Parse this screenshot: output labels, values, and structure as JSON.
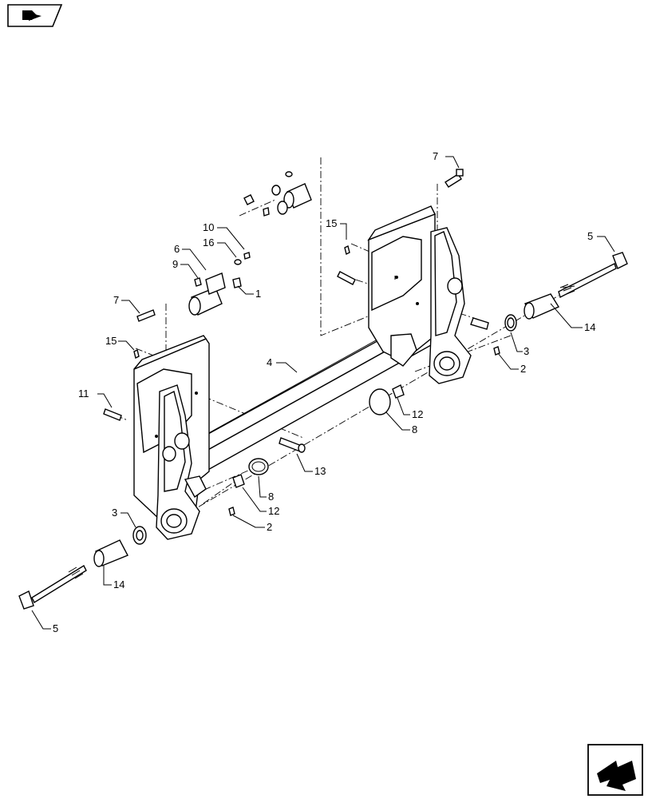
{
  "diagram": {
    "callouts": [
      {
        "id": "c7-top",
        "text": "7"
      },
      {
        "id": "c15-top",
        "text": "15"
      },
      {
        "id": "c5-right",
        "text": "5"
      },
      {
        "id": "c10",
        "text": "10"
      },
      {
        "id": "c16",
        "text": "16"
      },
      {
        "id": "c6",
        "text": "6"
      },
      {
        "id": "c9",
        "text": "9"
      },
      {
        "id": "c1",
        "text": "1"
      },
      {
        "id": "c7-left",
        "text": "7"
      },
      {
        "id": "c15-left",
        "text": "15"
      },
      {
        "id": "c4",
        "text": "4"
      },
      {
        "id": "c14-right",
        "text": "14"
      },
      {
        "id": "c3-right",
        "text": "3"
      },
      {
        "id": "c2-right",
        "text": "2"
      },
      {
        "id": "c12-right",
        "text": "12"
      },
      {
        "id": "c8-right",
        "text": "8"
      },
      {
        "id": "c11",
        "text": "11"
      },
      {
        "id": "c13",
        "text": "13"
      },
      {
        "id": "c8-mid",
        "text": "8"
      },
      {
        "id": "c12-mid",
        "text": "12"
      },
      {
        "id": "c2-left",
        "text": "2"
      },
      {
        "id": "c3-left",
        "text": "3"
      },
      {
        "id": "c14-left",
        "text": "14"
      },
      {
        "id": "c5-left",
        "text": "5"
      }
    ],
    "nav_icons": [
      "page-back-icon",
      "next-arrow-icon"
    ]
  }
}
